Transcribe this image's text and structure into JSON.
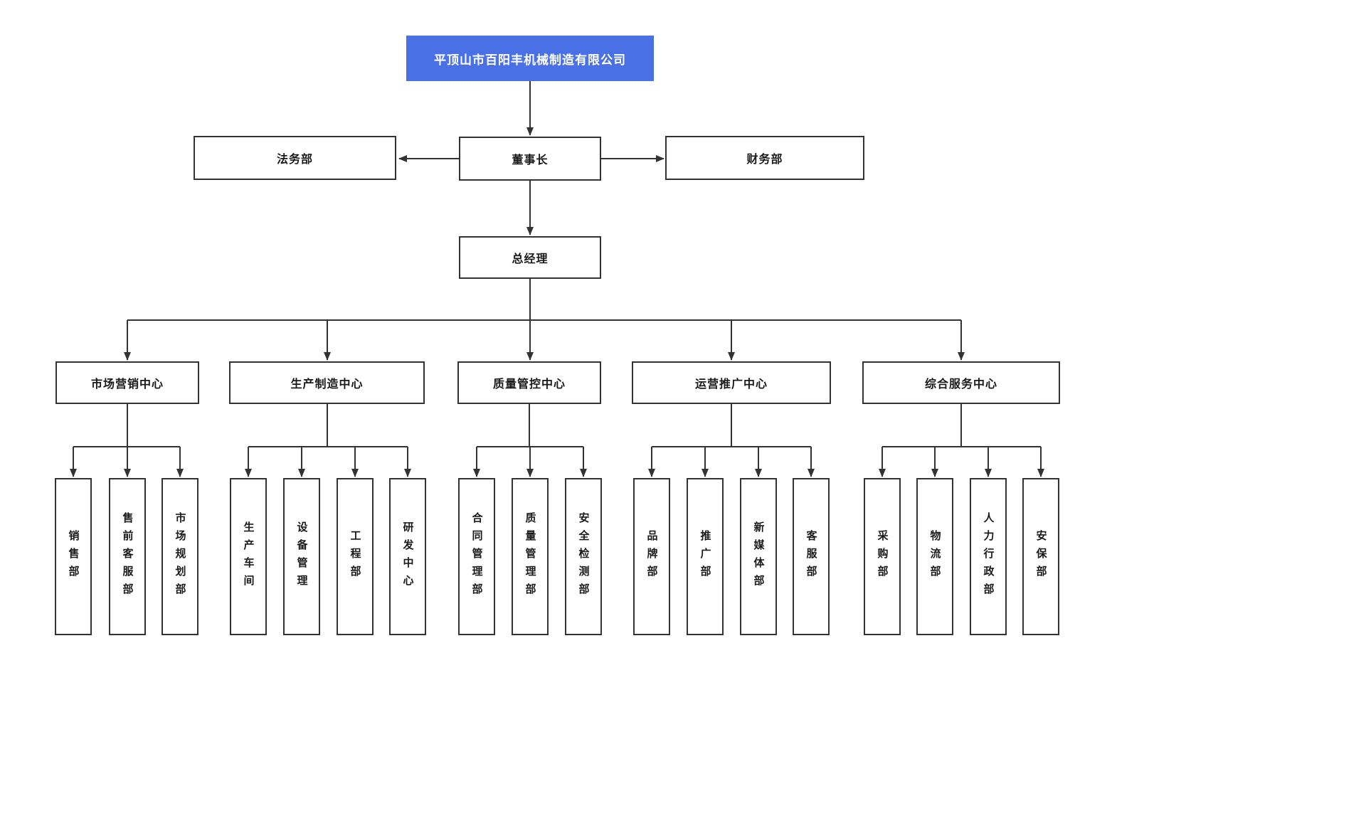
{
  "company": {
    "label": "平顶山市百阳丰机械制造有限公司"
  },
  "chairman": {
    "label": "董事长"
  },
  "legal": {
    "label": "法务部"
  },
  "finance": {
    "label": "财务部"
  },
  "general_manager": {
    "label": "总经理"
  },
  "centers": [
    {
      "label": "市场营销中心",
      "children": [
        {
          "label": "销售部"
        },
        {
          "label": "售前客服部"
        },
        {
          "label": "市场规划部"
        }
      ]
    },
    {
      "label": "生产制造中心",
      "children": [
        {
          "label": "生产车间"
        },
        {
          "label": "设备管理"
        },
        {
          "label": "工程部"
        },
        {
          "label": "研发中心"
        }
      ]
    },
    {
      "label": "质量管控中心",
      "children": [
        {
          "label": "合同管理部"
        },
        {
          "label": "质量管理部"
        },
        {
          "label": "安全检测部"
        }
      ]
    },
    {
      "label": "运营推广中心",
      "children": [
        {
          "label": "品牌部"
        },
        {
          "label": "推广部"
        },
        {
          "label": "新媒体部"
        },
        {
          "label": "客服部"
        }
      ]
    },
    {
      "label": "综合服务中心",
      "children": [
        {
          "label": "采购部"
        },
        {
          "label": "物流部"
        },
        {
          "label": "人力行政部"
        },
        {
          "label": "安保部"
        }
      ]
    }
  ],
  "colors": {
    "root_bg": "#4a70e6",
    "root_text": "#ffffff",
    "box_bg": "#ffffff",
    "box_border": "#333333",
    "line": "#333333",
    "text": "#1a1a1a",
    "canvas_bg": "#ffffff"
  }
}
